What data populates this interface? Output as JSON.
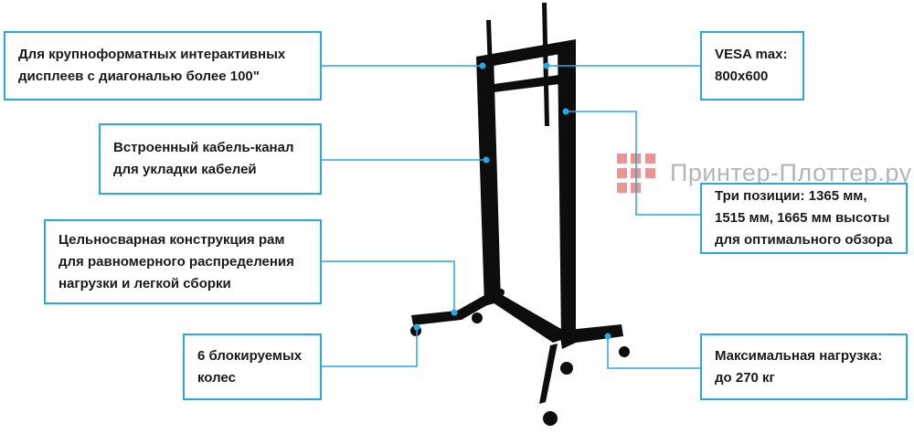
{
  "callouts": {
    "display_size": "Для крупноформатных интерактивных\nдисплеев с диагональю более 100\"",
    "cable_channel": "Встроенный кабель-канал\nдля укладки кабелей",
    "welded_frame": "Цельносварная конструкция рам\nдля равномерного распределения\nнагрузки и легкой сборки",
    "wheels": "6 блокируемых\nколес",
    "vesa": "VESA max:\n800x600",
    "heights": "Три позиции: 1365 мм,\n1515 мм, 1665 мм высоты\nдля оптимального обзора",
    "max_load": "Максимальная нагрузка:\nдо 270 кг"
  },
  "watermark": "Принтер-Плоттер.ру",
  "colors": {
    "accent": "#29a8e0",
    "watermark_squares": "#e88a8a",
    "stand": "#0d0d0d"
  }
}
